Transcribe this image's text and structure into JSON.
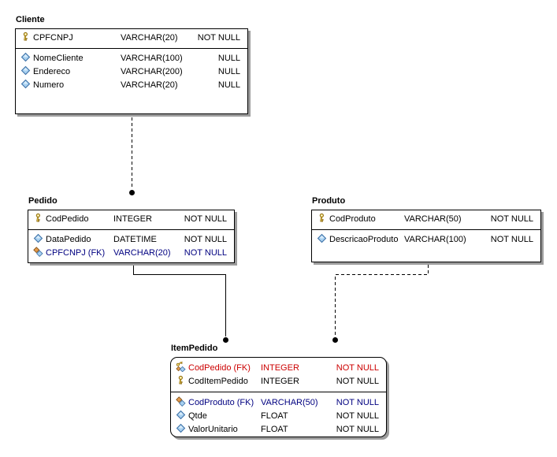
{
  "colors": {
    "entity_border": "#000000",
    "entity_shadow": "#9c9c9c",
    "text_default": "#000000",
    "text_pk_fk_red": "#CC0000",
    "text_fk_navy": "#000080",
    "key_icon_gold": "#E8C84A",
    "diamond_icon_blue": "#A8D0F0",
    "fk_icon_orange": "#E29A4C"
  },
  "entities": [
    {
      "name": "Cliente",
      "corner": "square",
      "primary_key": [
        {
          "icon": "key",
          "name": "CPFCNPJ",
          "type": "VARCHAR(20)",
          "null": "NOT NULL"
        }
      ],
      "attributes": [
        {
          "icon": "diamond",
          "name": "NomeCliente",
          "type": "VARCHAR(100)",
          "null": "NULL"
        },
        {
          "icon": "diamond",
          "name": "Endereco",
          "type": "VARCHAR(200)",
          "null": "NULL"
        },
        {
          "icon": "diamond",
          "name": "Numero",
          "type": "VARCHAR(20)",
          "null": "NULL"
        }
      ]
    },
    {
      "name": "Pedido",
      "corner": "square",
      "primary_key": [
        {
          "icon": "key",
          "name": "CodPedido",
          "type": "INTEGER",
          "null": "NOT NULL"
        }
      ],
      "attributes": [
        {
          "icon": "diamond",
          "name": "DataPedido",
          "type": "DATETIME",
          "null": "NOT NULL"
        },
        {
          "icon": "fk",
          "name": "CPFCNPJ (FK)",
          "type": "VARCHAR(20)",
          "null": "NOT NULL"
        }
      ]
    },
    {
      "name": "Produto",
      "corner": "square",
      "primary_key": [
        {
          "icon": "key",
          "name": "CodProduto",
          "type": "VARCHAR(50)",
          "null": "NOT NULL"
        }
      ],
      "attributes": [
        {
          "icon": "diamond",
          "name": "DescricaoProduto",
          "type": "VARCHAR(100)",
          "null": "NOT NULL"
        }
      ]
    },
    {
      "name": "ItemPedido",
      "corner": "rounded",
      "primary_key": [
        {
          "icon": "pfk",
          "name": "CodPedido (FK)",
          "type": "INTEGER",
          "null": "NOT NULL"
        },
        {
          "icon": "key",
          "name": "CodItemPedido",
          "type": "INTEGER",
          "null": "NOT NULL"
        }
      ],
      "attributes": [
        {
          "icon": "fk",
          "name": "CodProduto (FK)",
          "type": "VARCHAR(50)",
          "null": "NOT NULL"
        },
        {
          "icon": "diamond",
          "name": "Qtde",
          "type": "FLOAT",
          "null": "NOT NULL"
        },
        {
          "icon": "diamond",
          "name": "ValorUnitario",
          "type": "FLOAT",
          "null": "NOT NULL"
        }
      ]
    }
  ],
  "relationships": [
    {
      "from": "Cliente",
      "to": "Pedido",
      "line": "dashed",
      "end_marker": "dot"
    },
    {
      "from": "Pedido",
      "to": "ItemPedido",
      "line": "solid",
      "end_marker": "dot"
    },
    {
      "from": "Produto",
      "to": "ItemPedido",
      "line": "dashed",
      "end_marker": "dot"
    }
  ]
}
